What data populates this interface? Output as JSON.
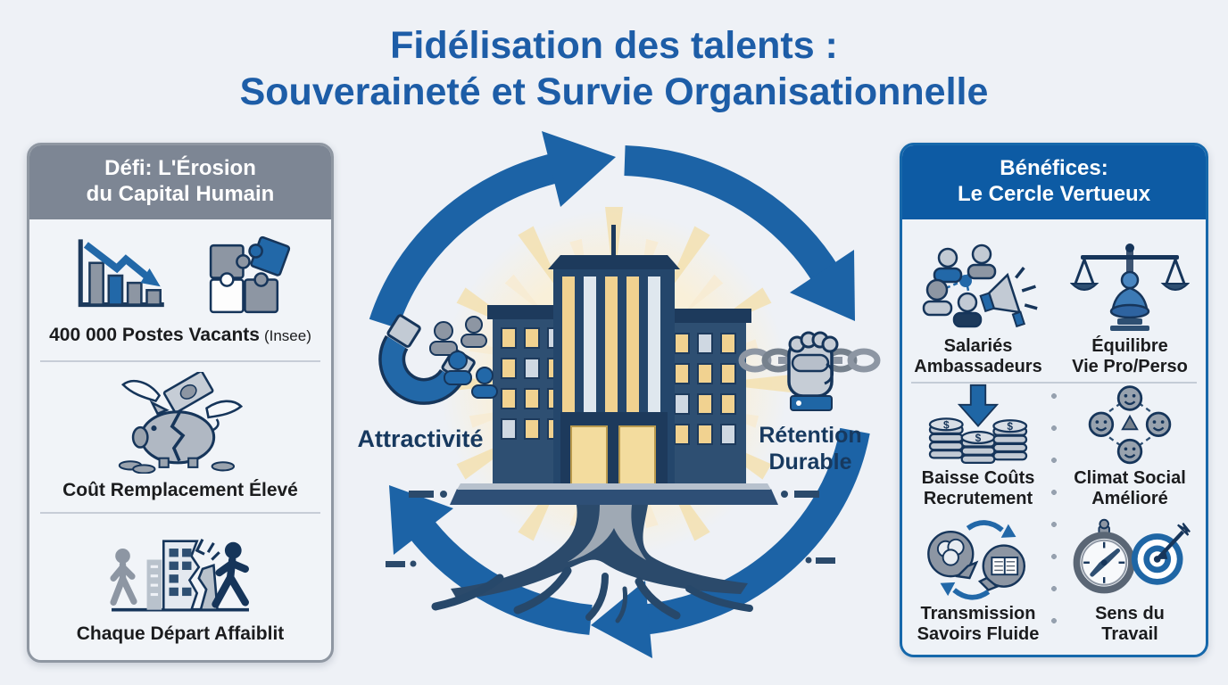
{
  "title": {
    "line1": "Fidélisation des talents :",
    "line2": "Souveraineté et Survie Organisationnelle"
  },
  "left_panel": {
    "header": {
      "line1": "Défi: L'Érosion",
      "line2": "du Capital Humain"
    },
    "items": [
      {
        "label": "400 000 Postes Vacants",
        "suffix": "(Insee)",
        "icons": [
          "declining-bar-chart-icon",
          "puzzle-pieces-icon"
        ]
      },
      {
        "label": "Coût Remplacement Élevé",
        "icons": [
          "broken-piggy-bank-icon"
        ]
      },
      {
        "label": "Chaque Départ Affaiblit",
        "icons": [
          "employee-departure-icon"
        ]
      }
    ]
  },
  "center": {
    "attractivite_label": "Attractivité",
    "retention_label_line1": "Rétention",
    "retention_label_line2": "Durable",
    "icons": [
      "cycle-arrows-icon",
      "sunburst-icon",
      "company-building-icon",
      "tree-roots-icon",
      "magnet-icon",
      "attracted-people-icon",
      "fist-holding-chain-icon"
    ]
  },
  "right_panel": {
    "header": {
      "line1": "Bénéfices:",
      "line2": "Le Cercle Vertueux"
    },
    "items": [
      {
        "line1": "Salariés",
        "line2": "Ambassadeurs",
        "icon": "employee-ambassadors-icon"
      },
      {
        "line1": "Équilibre",
        "line2": "Vie Pro/Perso",
        "icon": "work-life-balance-icon"
      },
      {
        "line1": "Baisse Coûts",
        "line2": "Recrutement",
        "icon": "recruitment-cost-down-icon"
      },
      {
        "line1": "Climat Social",
        "line2": "Amélioré",
        "icon": "social-climate-icon"
      },
      {
        "line1": "Transmission",
        "line2": "Savoirs Fluide",
        "icon": "knowledge-transfer-icon"
      },
      {
        "line1": "Sens du",
        "line2": "Travail",
        "icon": "work-purpose-icon"
      }
    ]
  },
  "colors": {
    "background": "#eef1f6",
    "title_blue": "#1d5da7",
    "gray_header": "#7d8694",
    "blue_header": "#0d5ba4",
    "cycle_arrow_blue": "#1c63a6",
    "navy": "#16355a",
    "icon_gray": "#8d96a3",
    "accent_blue": "#2268a8",
    "sun_glow": "#f4e0ad",
    "label_dark": "#1b1c1e"
  }
}
